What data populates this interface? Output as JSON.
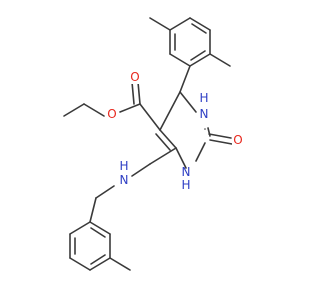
{
  "molecule": {
    "atom_labels": {
      "ester_carbonyl_o": "O",
      "ester_ether_o": "O",
      "ring_carbonyl_o": "O",
      "nh_top": "H",
      "n_top": "N",
      "nh_bottom": "H",
      "n_bottom": "N",
      "amine_n": "N",
      "amine_h": "H"
    },
    "colors": {
      "bond": "#3a3a3a",
      "oxygen": "#e8281e",
      "nitrogen": "#2f3fc4"
    }
  }
}
